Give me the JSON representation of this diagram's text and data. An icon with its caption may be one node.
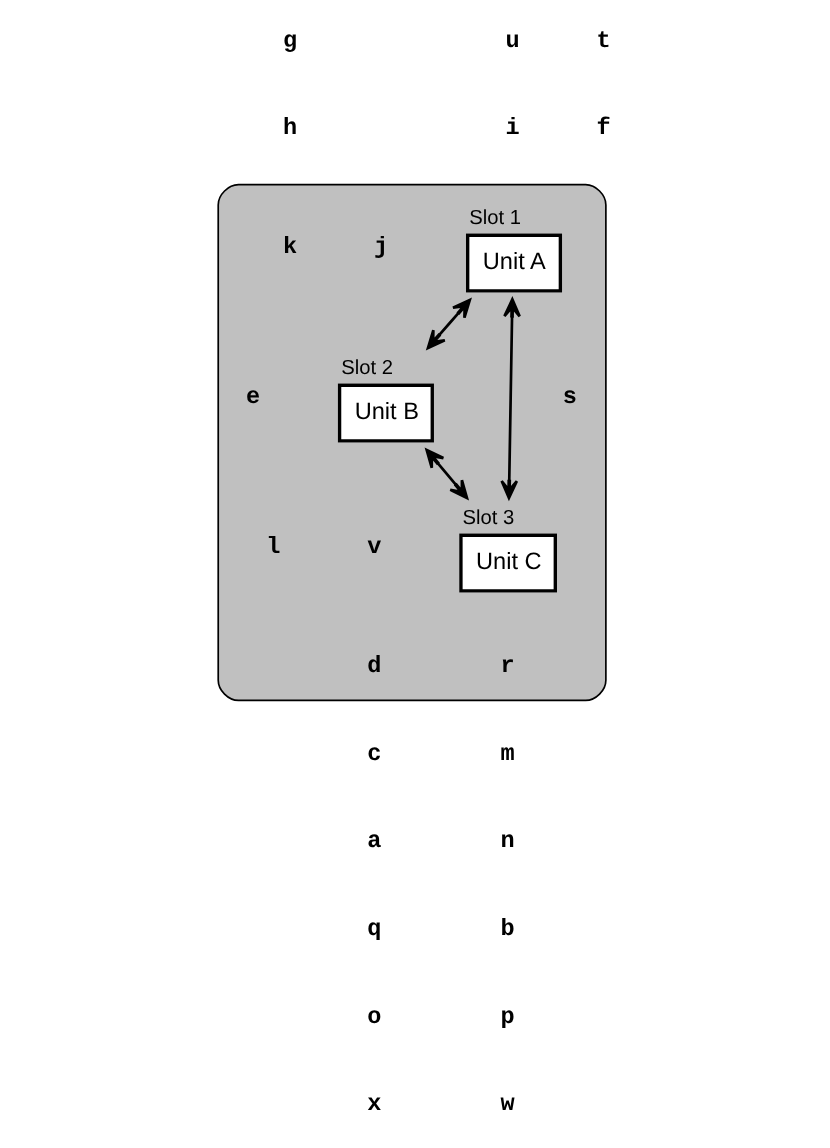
{
  "diagram": {
    "nodes": [
      {
        "text": [],
        "shape": "ellipse"
      },
      {
        "text": [
          "Unit A"
        ],
        "in": 0,
        "beside": [
          "Slot 1"
        ]
      },
      {
        "text": [
          "Unit B"
        ],
        "in": 0,
        "beside": [
          "Slot 2"
        ]
      },
      {
        "text": [
          "Unit C"
        ],
        "in": 0,
        "beside": [
          "Slot 3"
        ]
      }
    ],
    "edges": [
      {
        "from": 1,
        "to": 2,
        "arrow": "both"
      },
      {
        "from": 2,
        "to": 3,
        "arrow": "both"
      },
      {
        "from": 1,
        "to": 3,
        "arrow": "both"
      }
    ],
    "labels": [
      "u",
      "t",
      "g",
      "h",
      "f",
      "i",
      "j",
      "k",
      "e",
      "s",
      "l",
      "m",
      "v",
      "d",
      "r",
      "c",
      "a",
      "n",
      "b",
      "q",
      "o",
      "p",
      "w",
      "x"
    ]
  }
}
